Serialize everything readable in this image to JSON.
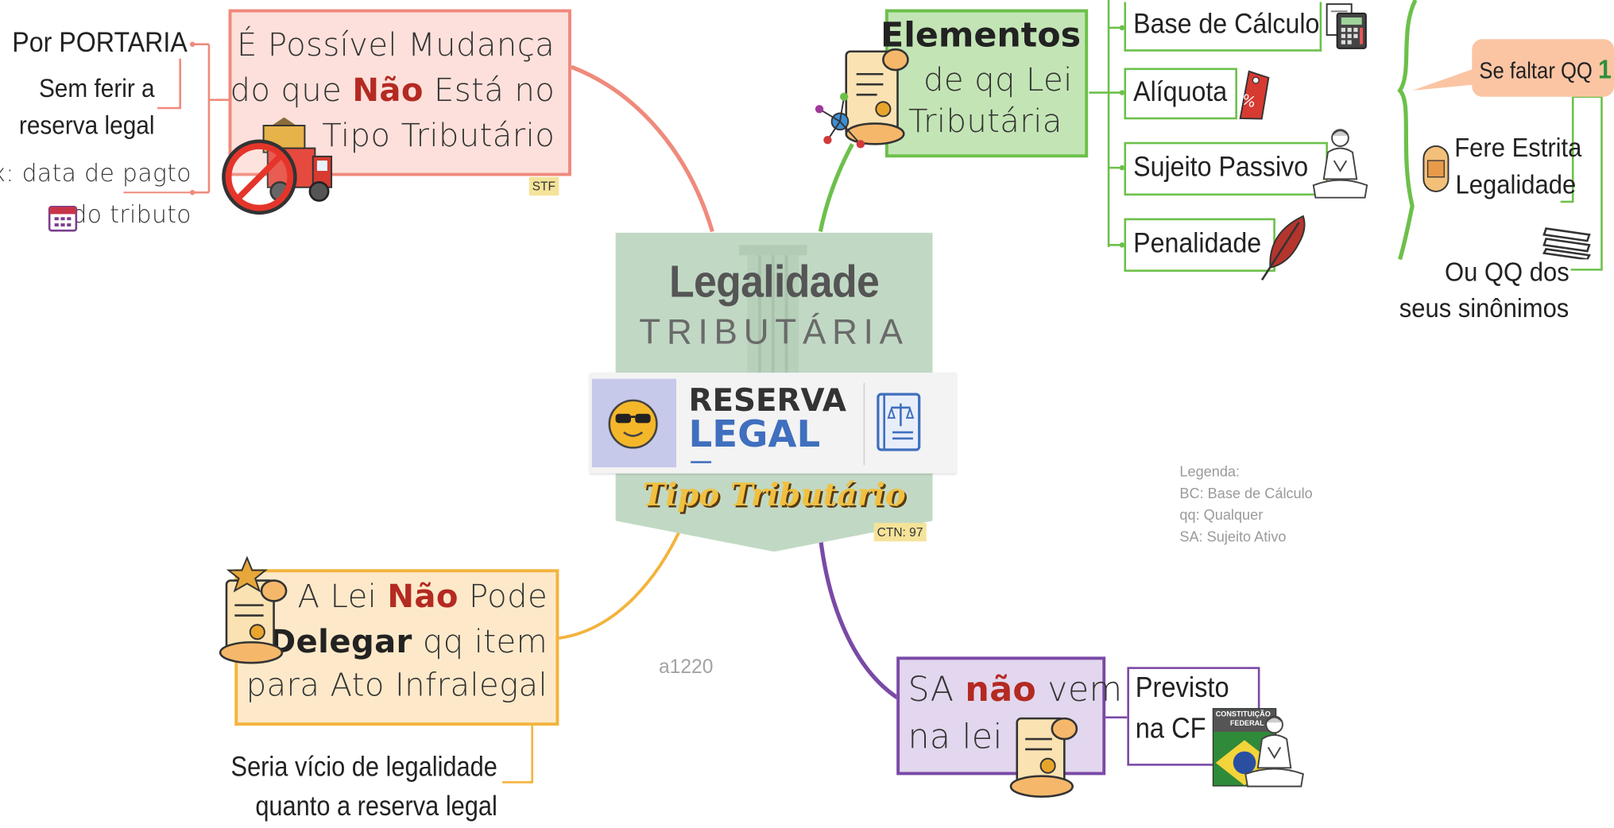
{
  "center": {
    "title_line1": "Legalidade",
    "title_line2": "TRIBUTÁRIA",
    "banner_top": "RESERVA",
    "banner_bottom": "LEGAL",
    "subtitle": "Tipo Tributário",
    "tag": "CTN: 97"
  },
  "watermark": "a1220",
  "legend": {
    "title": "Legenda:",
    "items": [
      "BC: Base de Cálculo",
      "qq: Qualquer",
      "SA: Sujeito Ativo"
    ]
  },
  "top_left": {
    "line1": "É Possível Mudança",
    "line2_a": "do que ",
    "line2_em": "Não",
    "line2_b": " Está no",
    "line3": "Tipo Tributário",
    "tag": "STF",
    "side_1": "Por PORTARIA",
    "side_2a": "Sem ferir a",
    "side_2b": "reserva legal",
    "side_3a": "Ex: data de pagto",
    "side_3b": "do tributo"
  },
  "top_mid": {
    "title": "Elementos",
    "line2": "de qq Lei",
    "line3": "Tributária",
    "items": [
      "Base de Cálculo",
      "Alíquota",
      "Sujeito Passivo",
      "Penalidade"
    ]
  },
  "right": {
    "callout": "Se faltar QQ",
    "callout_num": "1",
    "item1a": "Fere Estrita",
    "item1b": "Legalidade",
    "item2a": "Ou QQ dos",
    "item2b": "seus sinônimos"
  },
  "bottom_left": {
    "line1_a": "A Lei ",
    "line1_em": "Não",
    "line1_b": " Pode",
    "line2_bold": "Delegar",
    "line2_b": " qq item",
    "line3": "para Ato Infralegal",
    "note1": "Seria vício de legalidade",
    "note2": "quanto a reserva legal"
  },
  "bottom_right": {
    "line1_a": "SA ",
    "line1_em": "não",
    "line1_b": " vem",
    "line2": "na lei",
    "box2_line1": "Previsto",
    "box2_line2": "na CF",
    "cf_label1": "CONSTITUIÇÃO",
    "cf_label2": "FEDERAL"
  },
  "colors": {
    "salmon": "#ef8a7c",
    "green": "#6cc04a",
    "orange": "#f3b33d",
    "purple": "#7a4aa6",
    "center_green": "#c1d9c4",
    "red_text": "#b42a22",
    "tag_yellow": "#f5e39a"
  }
}
